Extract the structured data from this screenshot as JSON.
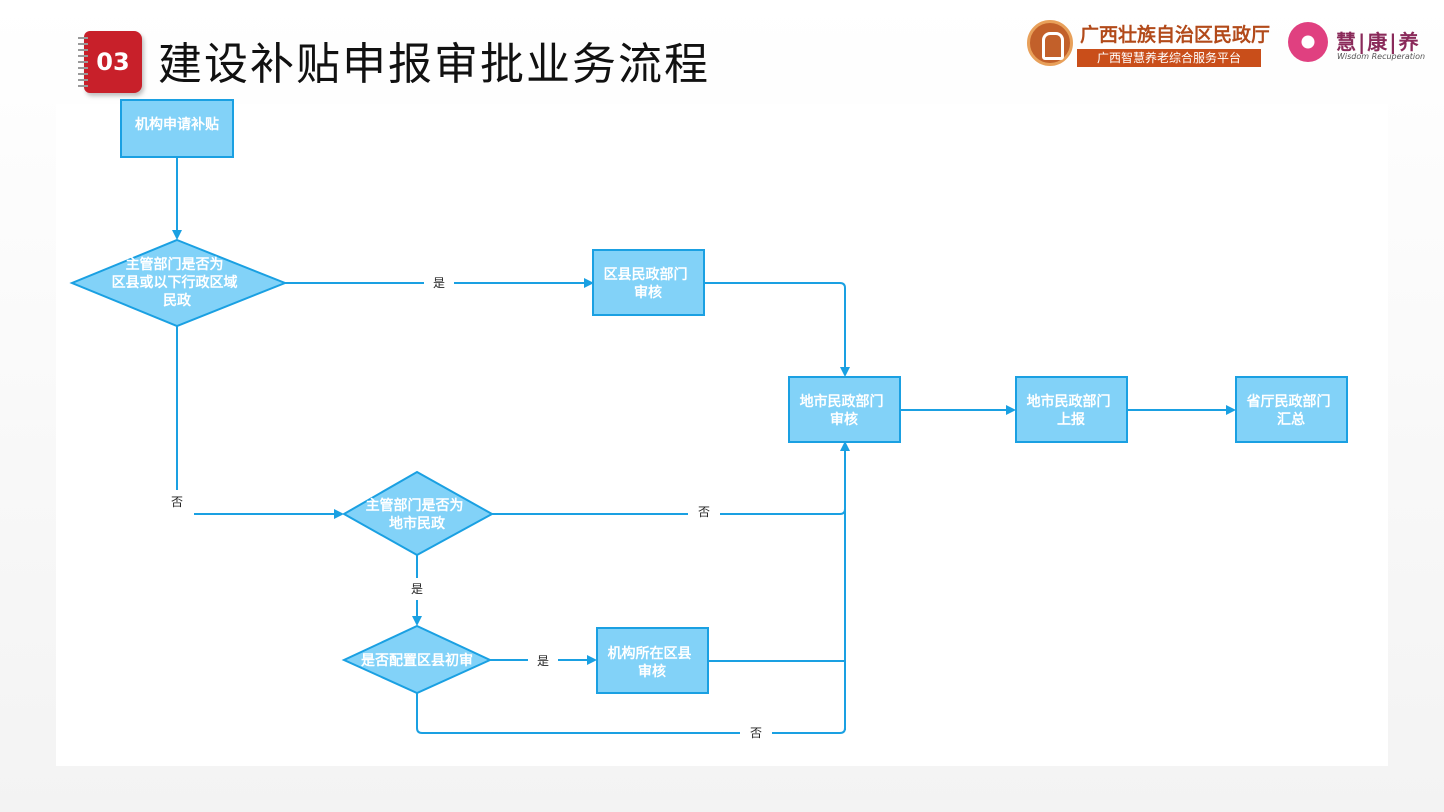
{
  "header": {
    "number": "03",
    "title": "建设补贴申报审批业务流程",
    "logo1_title": "广西壮族自治区民政厅",
    "logo1_subtitle": "广西智慧养老综合服务平台",
    "logo2_title": "慧|康|养",
    "logo2_subtitle": "Wisdom Recuperation"
  },
  "colors": {
    "node_fill": "#82d2f8",
    "node_stroke": "#1aa0e2",
    "edge": "#1aa0e2",
    "badge": "#c8202a"
  },
  "nodes": {
    "apply": [
      "机构申请补贴"
    ],
    "q1": [
      "主管部门是否为",
      "区县或以下行政区域",
      "民政"
    ],
    "county_review": [
      "区县民政部门",
      "审核"
    ],
    "city_review": [
      "地市民政部门",
      "审核"
    ],
    "city_report": [
      "地市民政部门",
      "上报"
    ],
    "province_summary": [
      "省厅民政部门",
      "汇总"
    ],
    "q2": [
      "主管部门是否为",
      "地市民政"
    ],
    "q3": [
      "是否配置区县初审"
    ],
    "local_county_review": [
      "机构所在区县",
      "审核"
    ]
  },
  "edge_labels": {
    "yes1": "是",
    "no1": "否",
    "no2": "否",
    "yes2": "是",
    "yes3": "是",
    "no3": "否"
  }
}
